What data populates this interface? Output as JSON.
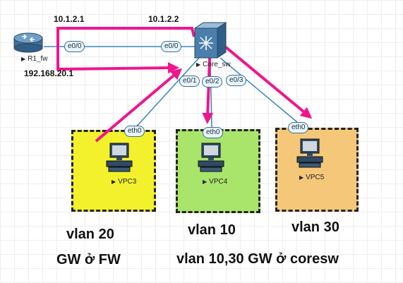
{
  "addresses": {
    "r1_ip": "10.1.2.1",
    "sw_ip": "10.1.2.2",
    "r1_lan": "192.168.20.1"
  },
  "devices": {
    "router": "R1_fw",
    "switch": "Core_sw",
    "vpc3": "VPC3",
    "vpc4": "VPC4",
    "vpc5": "VPC5"
  },
  "interfaces": {
    "r1_e00": "e0/0",
    "sw_e00": "e0/0",
    "sw_e01": "e0/1",
    "sw_e02": "e0/2",
    "sw_e03": "e0/3",
    "vpc3_eth0": "eth0",
    "vpc4_eth0": "eth0",
    "vpc5_eth0": "eth0"
  },
  "notes": {
    "vlan20": "vlan 20",
    "gw_fw": "GW ở FW",
    "vlan10": "vlan 10",
    "vlan30": "vlan 30",
    "gw_coresw": "vlan 10,30 GW ở coresw"
  },
  "colors": {
    "zone_vlan20": "#f3f12c",
    "zone_vlan10": "#a9e46b",
    "zone_vlan30": "#f4c878",
    "arrow": "#f0158c",
    "link": "#3a86b8"
  },
  "icons": {
    "router": "router-icon",
    "switch": "layer3-switch-icon",
    "pc": "computer-icon"
  }
}
